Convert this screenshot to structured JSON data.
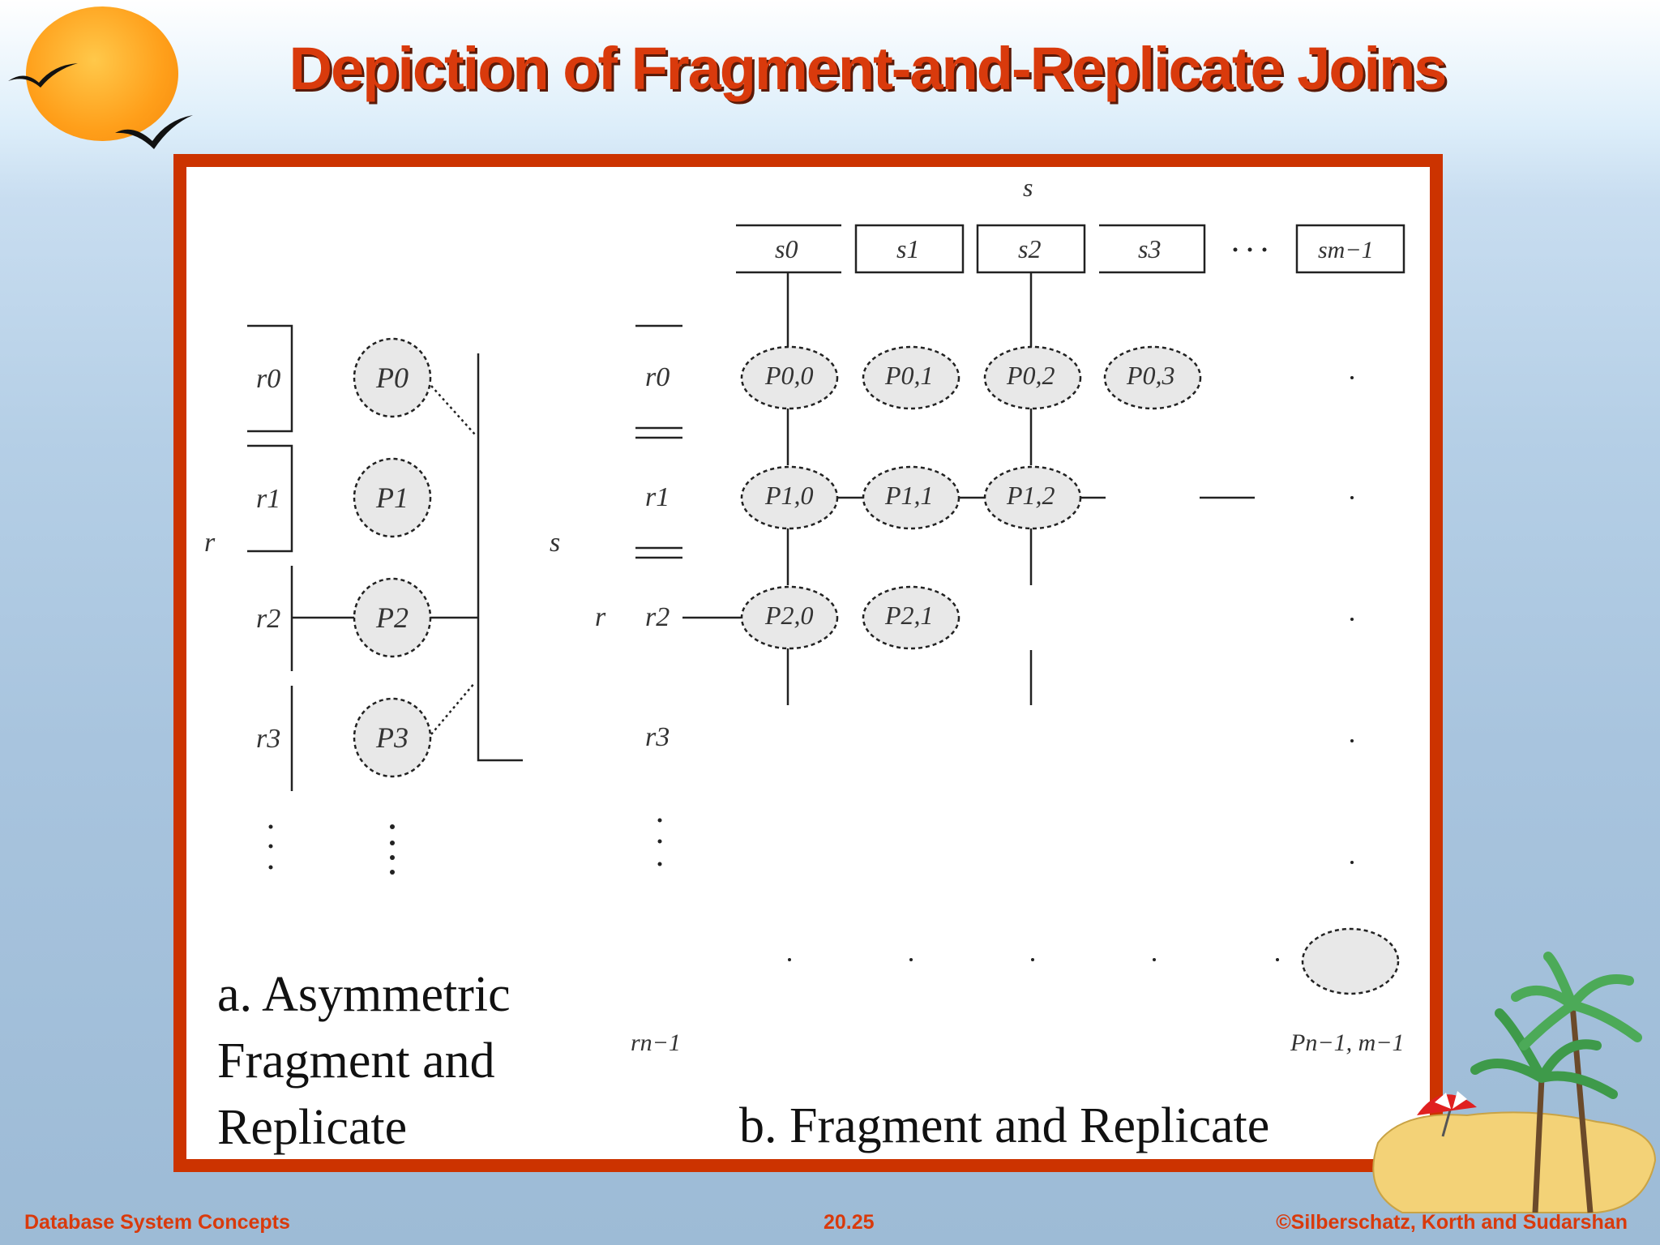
{
  "slide": {
    "title": "Depiction of Fragment-and-Replicate Joins",
    "footer_left": "Database System Concepts",
    "footer_page": "20.25",
    "footer_right": "©Silberschatz, Korth and Sudarshan"
  },
  "diagram_a": {
    "caption": "a. Asymmetric Fragment and Replicate",
    "relation_r": "r",
    "relation_s": "s",
    "fragments": [
      "r0",
      "r1",
      "r2",
      "r3"
    ],
    "processors": [
      "P0",
      "P1",
      "P2",
      "P3"
    ]
  },
  "diagram_b": {
    "caption": "b. Fragment and Replicate",
    "relation_r": "r",
    "relation_s": "s",
    "s_fragments": [
      "s0",
      "s1",
      "s2",
      "s3",
      "sm−1"
    ],
    "r_fragments": [
      "r0",
      "r1",
      "r2",
      "r3",
      "rn−1"
    ],
    "processors": [
      "P0,0",
      "P0,1",
      "P0,2",
      "P0,3",
      "P1,0",
      "P1,1",
      "P1,2",
      "P2,0",
      "P2,1"
    ],
    "last_processor": "Pn−1, m−1"
  },
  "icons": [
    "sun-icon",
    "bird-icon",
    "palm-tree-icon",
    "beach-umbrella-icon"
  ]
}
